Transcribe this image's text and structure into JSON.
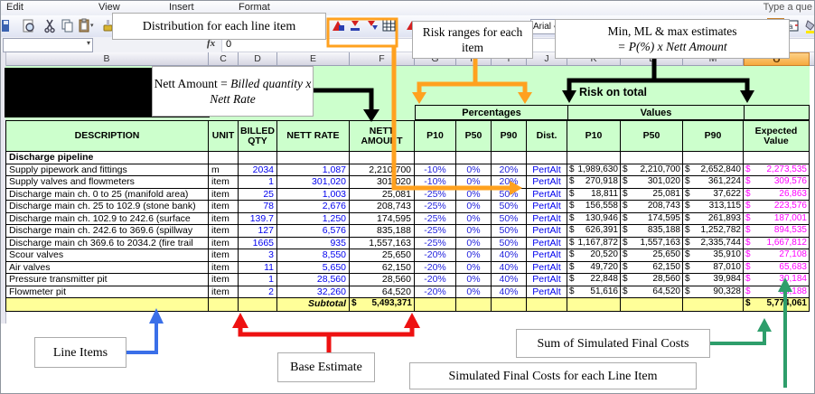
{
  "window": {
    "menu_items": [
      "Edit",
      "View",
      "Insert",
      "Format"
    ],
    "type_a_question": "Type a que"
  },
  "toolbar": {
    "font_name": "Arial",
    "icons": [
      "save",
      "print-preview",
      "cut",
      "copy",
      "paste",
      "format-painter",
      "risk-distribution-1",
      "risk-distribution-2",
      "risk-distribution-3",
      "risk-model-grid",
      "risk-run",
      "align-left",
      "align-justify-selected",
      "merge-center",
      "fill-color"
    ]
  },
  "formula_bar": {
    "fx_label": "fx",
    "value": "0"
  },
  "column_strip": {
    "letters": [
      "B",
      "C",
      "D",
      "E",
      "F",
      "G",
      "H",
      "I",
      "J",
      "K",
      "L",
      "M",
      "O"
    ],
    "selected": "O"
  },
  "callouts": {
    "distribution": "Distribution for each line item",
    "risk_ranges": "Risk ranges for each item",
    "min_ml_line1": "Min, ML & max estimates",
    "min_ml_line2": "= P(%) x Nett Amount",
    "nett_amount_plain": "Nett Amount =",
    "nett_amount_italic": "Billed quantity x Nett Rate",
    "risk_on_total": "Risk on total",
    "line_items": "Line Items",
    "base_estimate": "Base Estimate",
    "sum_simulated": "Sum of Simulated Final Costs",
    "simulated_each": "Simulated Final Costs for each Line Item"
  },
  "table": {
    "group_headers": {
      "percentages": "Percentages",
      "values": "Values"
    },
    "headers": [
      "DESCRIPTION",
      "UNIT",
      "BILLED QTY",
      "NETT RATE",
      "NETT AMOUNT",
      "P10",
      "P50",
      "P90",
      "Dist.",
      "P10",
      "P50",
      "P90",
      "Expected Value"
    ],
    "section_label": "Discharge pipeline",
    "currency_symbol": "$",
    "rows": [
      [
        "Supply pipework and fittings",
        "m",
        "2034",
        "1,087",
        "2,210,700",
        "-10%",
        "0%",
        "20%",
        "PertAlt",
        "1,989,630",
        "2,210,700",
        "2,652,840",
        "2,273,535"
      ],
      [
        "Supply valves and flowmeters",
        "item",
        "1",
        "301,020",
        "301,020",
        "-10%",
        "0%",
        "20%",
        "PertAlt",
        "270,918",
        "301,020",
        "361,224",
        "309,576"
      ],
      [
        "Discharge main ch. 0 to 25 (manifold area)",
        "item",
        "25",
        "1,003",
        "25,081",
        "-25%",
        "0%",
        "50%",
        "PertAlt",
        "18,811",
        "25,081",
        "37,622",
        "26,863"
      ],
      [
        "Discharge main ch. 25 to 102.9 (stone bank)",
        "item",
        "78",
        "2,676",
        "208,743",
        "-25%",
        "0%",
        "50%",
        "PertAlt",
        "156,558",
        "208,743",
        "313,115",
        "223,576"
      ],
      [
        "Discharge main ch. 102.9 to 242.6 (surface",
        "item",
        "139.7",
        "1,250",
        "174,595",
        "-25%",
        "0%",
        "50%",
        "PertAlt",
        "130,946",
        "174,595",
        "261,893",
        "187,001"
      ],
      [
        "Discharge main ch. 242.6 to 369.6 (spillway",
        "item",
        "127",
        "6,576",
        "835,188",
        "-25%",
        "0%",
        "50%",
        "PertAlt",
        "626,391",
        "835,188",
        "1,252,782",
        "894,535"
      ],
      [
        "Discharge main ch 369.6 to 2034.2 (fire trail",
        "item",
        "1665",
        "935",
        "1,557,163",
        "-25%",
        "0%",
        "50%",
        "PertAlt",
        "1,167,872",
        "1,557,163",
        "2,335,744",
        "1,667,812"
      ],
      [
        "Scour valves",
        "item",
        "3",
        "8,550",
        "25,650",
        "-20%",
        "0%",
        "40%",
        "PertAlt",
        "20,520",
        "25,650",
        "35,910",
        "27,108"
      ],
      [
        "Air valves",
        "item",
        "11",
        "5,650",
        "62,150",
        "-20%",
        "0%",
        "40%",
        "PertAlt",
        "49,720",
        "62,150",
        "87,010",
        "65,683"
      ],
      [
        "Pressure transmitter pit",
        "item",
        "1",
        "28,560",
        "28,560",
        "-20%",
        "0%",
        "40%",
        "PertAlt",
        "22,848",
        "28,560",
        "39,984",
        "30,184"
      ],
      [
        "Flowmeter pit",
        "item",
        "2",
        "32,260",
        "64,520",
        "-20%",
        "0%",
        "40%",
        "PertAlt",
        "51,616",
        "64,520",
        "90,328",
        "68,188"
      ]
    ],
    "subtotal": {
      "label": "Subtotal",
      "nett_amount": "5,493,371",
      "expected_value": "5,774,061"
    }
  },
  "colors": {
    "sheet_green": "#ccffcc",
    "total_yellow": "#ffff99",
    "input_blue": "#0000ee",
    "result_magenta": "#ff00ff",
    "arrow_orange": "#ffa11f",
    "arrow_red": "#ee1111",
    "arrow_blue": "#3a6fe8",
    "arrow_green": "#2e9e6b",
    "selected_column_orange": "#f6a93d"
  }
}
